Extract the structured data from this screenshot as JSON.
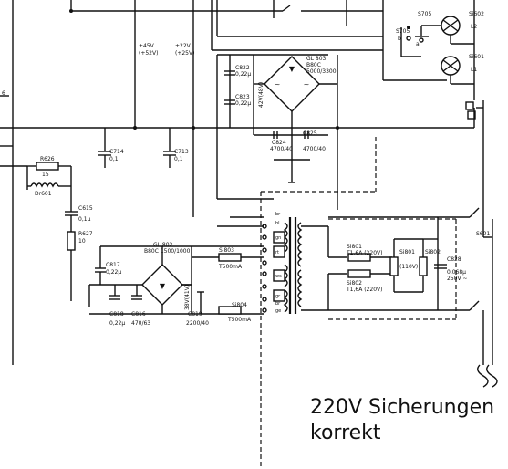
{
  "caption": {
    "line1": "220V Sicherungen",
    "line2": "korrekt"
  },
  "labels": {
    "s705": "S705",
    "si602": "Si602",
    "l2": "L2",
    "si601": "Si601",
    "l1": "L1",
    "s705b": "S705",
    "pin_a": "a",
    "pin_b": "b",
    "v45": "+45V",
    "v52": "(+52V)",
    "v22": "+22V",
    "v25": "(+25V)",
    "c822": "C822",
    "c822v": "0,22µ",
    "c823": "C823",
    "c823v": "0,22µ",
    "v42": "42V(48V)",
    "gl803": "GL 803",
    "gl803b": "B80C",
    "gl803c": "5000/3300",
    "c824": "C824",
    "c824v": "4700/40",
    "c825": "C825",
    "c825v": "4700/40",
    "c714": "C714",
    "c714v": "0,1",
    "c713": "C713",
    "c713v": "0,1",
    "r626": "R626",
    "r626v": "15",
    "dr601": "Dr601",
    "c615": "C615",
    "c615v": "0,1µ",
    "r627": "R627",
    "r627v": "10",
    "gl802": "GL 802",
    "gl802b": "B80C 1500/1000",
    "si803": "Si803",
    "si803v": "T500mA",
    "si804": "Si804",
    "si804v": "T500mA",
    "c817": "C817",
    "c817v": "0,22µ",
    "c818": "C818",
    "c818v": "0,22µ",
    "c816": "C816",
    "c816v": "470/63",
    "c819": "C819",
    "c819v": "2200/40",
    "v38": "38V(41V)",
    "si801": "Si801",
    "si801v": "T1,6A (220V)",
    "si802": "Si802",
    "si802v": "T1,6A (220V)",
    "si801b": "Si801",
    "v110": "(110V)",
    "si802b": "Si802",
    "c828": "C828",
    "c828v": "0,068µ",
    "c828w": "250V ~",
    "s601": "S601",
    "w_br1": "br",
    "w_bl": "bl",
    "w_gn": "gn",
    "w_rt": "rt",
    "w_ws": "ws",
    "w_gr": "gr",
    "w_br2": "br",
    "w_ge": "ge",
    "num6": "6"
  }
}
